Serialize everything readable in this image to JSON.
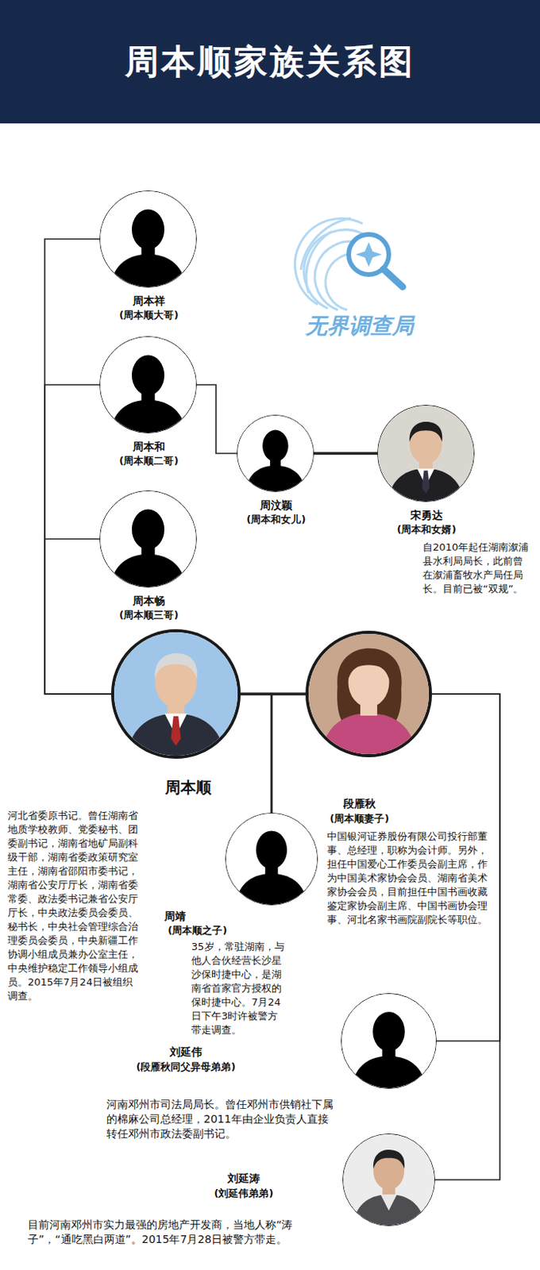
{
  "diagram": {
    "title": "周本顺家族关系图",
    "nodes": [
      {
        "text": [
          "周本祥",
          "(周本顺大哥)"
        ]
      },
      {
        "text": [
          "周本和",
          "(周本顺二哥)"
        ]
      },
      {
        "text": [
          "周汶颖",
          "(周本和女儿)"
        ]
      },
      {
        "text": [
          "宋勇达",
          "(周本和女婿)",
          "自2010年起任湖南溆浦县水利局局长，此前曾在溆浦畜牧水产局任局长。目前已被“双规”。"
        ]
      },
      {
        "text": [
          "周本畅",
          "(周本顺三哥)"
        ]
      },
      {
        "text": [
          "周本顺",
          "河北省委原书记。曾任湖南省地质学校教师、党委秘书、团委副书记，湖南省地矿局副科级干部，湖南省委政策研究室主任，湖南省邵阳市委书记，湖南省公安厅厅长，湖南省委常委、政法委书记兼省公安厅厅长，中央政法委员会委员、秘书长，中央社会管理综合治理委员会委员，中央新疆工作协调小组成员兼办公室主任，中央维护稳定工作领导小组成员。2015年7月24日被组织调查。"
        ]
      },
      {
        "text": [
          "段雁秋",
          "(周本顺妻子)",
          "中国银河证券股份有限公司投行部董事、总经理，职称为会计师。另外，担任中国爱心工作委员会副主席，作为中国美术家协会会员、湖南省美术家协会会员，目前担任中国书画收藏鉴定家协会副主席、中国书画协会理事、河北名家书画院副院长等职位。"
        ]
      },
      {
        "text": [
          "周靖",
          "(周本顺之子)",
          "35岁，常驻湖南，与他人合伙经营长沙星沙保时捷中心，是湖南省首家官方授权的保时捷中心。7月24日下午3时许被警方带走调查。"
        ]
      },
      {
        "text": [
          "刘延伟",
          "(段雁秋同父异母弟弟)",
          "河南邓州市司法局局长。曾任邓州市供销社下属的棉麻公司总经理，2011年由企业负责人直接转任邓州市政法委副书记。"
        ]
      },
      {
        "text": [
          "刘延涛",
          "(刘延伟弟弟)",
          "目前河南邓州市实力最强的房地产开发商，当地人称“涛子”，“通吃黑白两道”。2015年7月28日被警方带走。"
        ]
      }
    ],
    "edges": [
      {
        "from": 5,
        "to": 0,
        "arrow": "none"
      },
      {
        "from": 5,
        "to": 1,
        "arrow": "none"
      },
      {
        "from": 5,
        "to": 4,
        "arrow": "none"
      },
      {
        "from": 1,
        "to": 2,
        "arrow": "none"
      },
      {
        "from": 2,
        "to": 3,
        "arrow": "none"
      },
      {
        "from": 5,
        "to": 6,
        "arrow": "none"
      },
      {
        "from": 5,
        "to": 7,
        "arrow": "none"
      },
      {
        "from": 6,
        "to": 7,
        "arrow": "none"
      },
      {
        "from": 6,
        "to": 8,
        "arrow": "none"
      },
      {
        "from": 6,
        "to": 9,
        "arrow": "none"
      }
    ],
    "labels": [
      "无界调查局"
    ]
  }
}
